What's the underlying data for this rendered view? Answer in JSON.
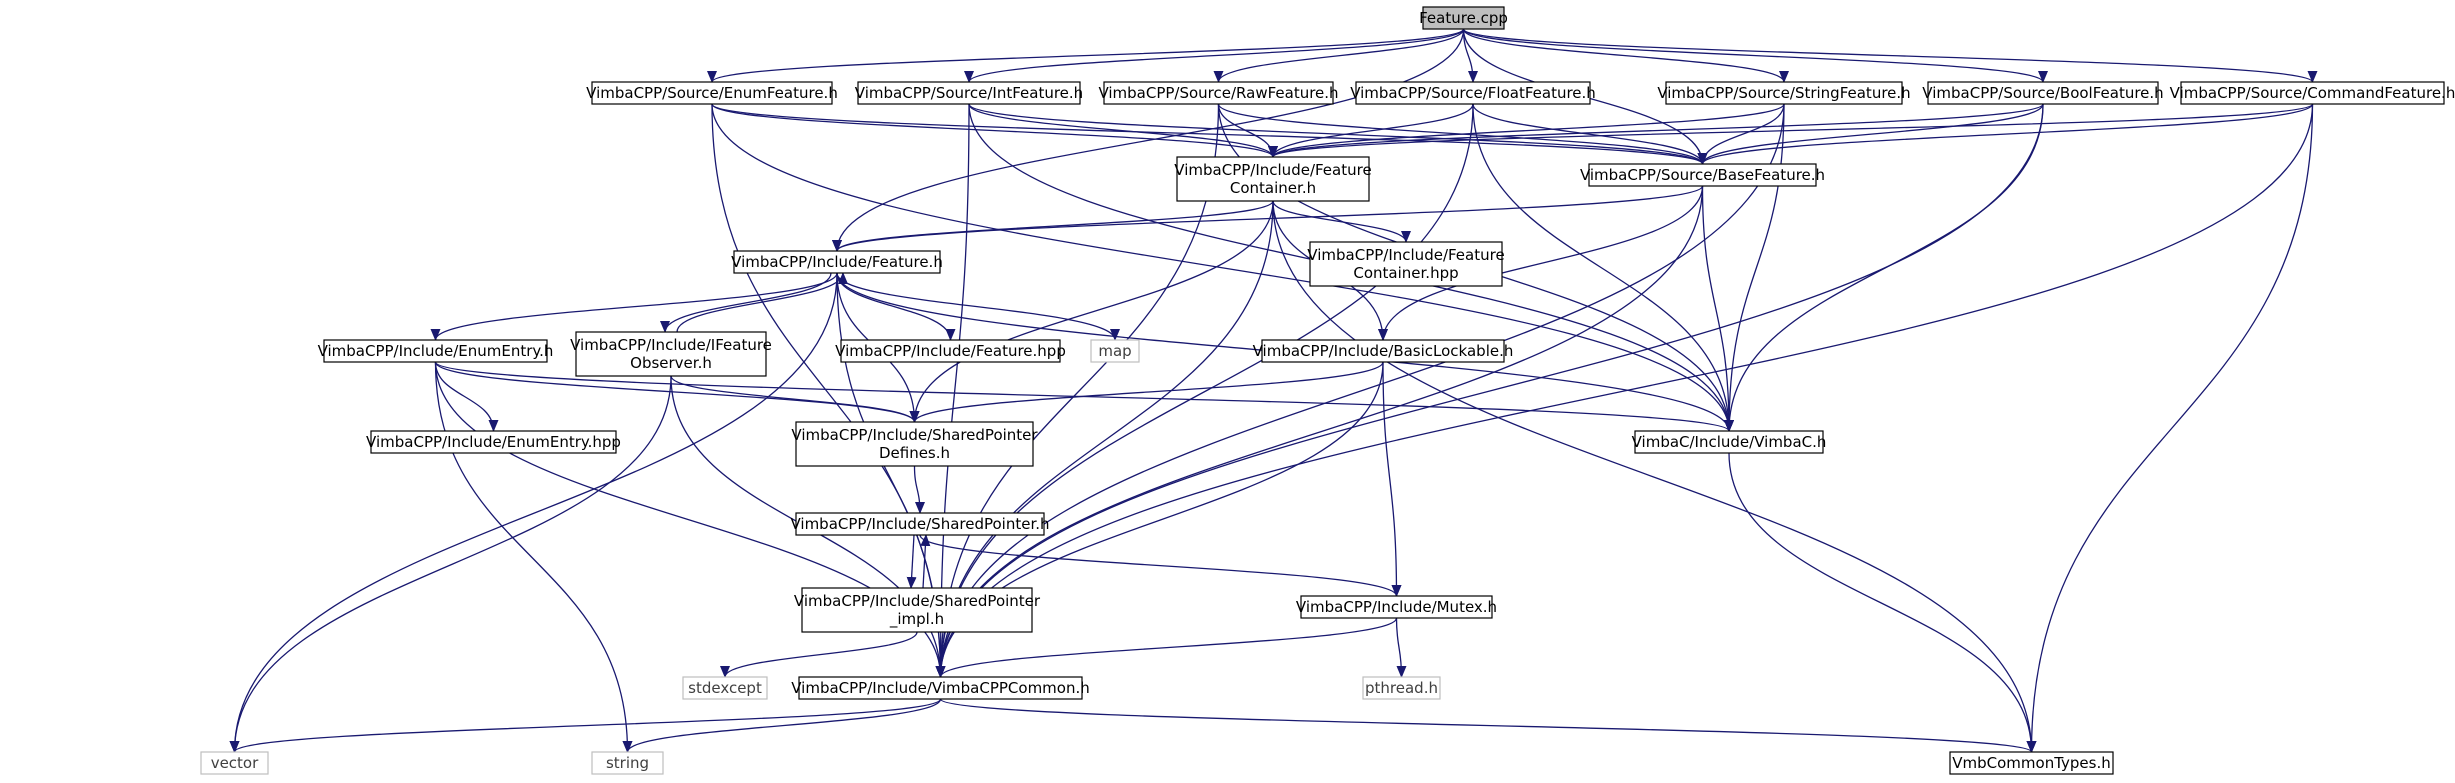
{
  "colors": {
    "edge": "#191970",
    "node_border": "#000000",
    "root_fill": "#bfbfbf",
    "node_fill": "#ffffff",
    "external_border": "#bfbfbf",
    "external_text": "#404040",
    "text": "#000000"
  },
  "nodes": {
    "feature_cpp": {
      "lines": [
        "Feature.cpp"
      ],
      "kind": "root"
    },
    "src_enumfeature": {
      "lines": [
        "VimbaCPP/Source/EnumFeature.h"
      ],
      "kind": "file"
    },
    "src_intfeature": {
      "lines": [
        "VimbaCPP/Source/IntFeature.h"
      ],
      "kind": "file"
    },
    "src_rawfeature": {
      "lines": [
        "VimbaCPP/Source/RawFeature.h"
      ],
      "kind": "file"
    },
    "src_floatfeature": {
      "lines": [
        "VimbaCPP/Source/FloatFeature.h"
      ],
      "kind": "file"
    },
    "src_stringfeature": {
      "lines": [
        "VimbaCPP/Source/StringFeature.h"
      ],
      "kind": "file"
    },
    "src_boolfeature": {
      "lines": [
        "VimbaCPP/Source/BoolFeature.h"
      ],
      "kind": "file"
    },
    "src_commandfeature": {
      "lines": [
        "VimbaCPP/Source/CommandFeature.h"
      ],
      "kind": "file"
    },
    "inc_featurecontainer_h": {
      "lines": [
        "VimbaCPP/Include/Feature",
        "Container.h"
      ],
      "kind": "file"
    },
    "src_basefeature": {
      "lines": [
        "VimbaCPP/Source/BaseFeature.h"
      ],
      "kind": "file"
    },
    "inc_feature_h": {
      "lines": [
        "VimbaCPP/Include/Feature.h"
      ],
      "kind": "file"
    },
    "inc_featurecontainer_hpp": {
      "lines": [
        "VimbaCPP/Include/Feature",
        "Container.hpp"
      ],
      "kind": "file"
    },
    "inc_enumentry_h": {
      "lines": [
        "VimbaCPP/Include/EnumEntry.h"
      ],
      "kind": "file"
    },
    "inc_ifeatureobserver": {
      "lines": [
        "VimbaCPP/Include/IFeature",
        "Observer.h"
      ],
      "kind": "file"
    },
    "inc_feature_hpp": {
      "lines": [
        "VimbaCPP/Include/Feature.hpp"
      ],
      "kind": "file"
    },
    "map": {
      "lines": [
        "map"
      ],
      "kind": "external"
    },
    "inc_basiclockable": {
      "lines": [
        "VimbaCPP/Include/BasicLockable.h"
      ],
      "kind": "file"
    },
    "inc_enumentry_hpp": {
      "lines": [
        "VimbaCPP/Include/EnumEntry.hpp"
      ],
      "kind": "file"
    },
    "inc_sharedpointerdefines": {
      "lines": [
        "VimbaCPP/Include/SharedPointer",
        "Defines.h"
      ],
      "kind": "file"
    },
    "vimbac_h": {
      "lines": [
        "VimbaC/Include/VimbaC.h"
      ],
      "kind": "file"
    },
    "inc_sharedpointer_h": {
      "lines": [
        "VimbaCPP/Include/SharedPointer.h"
      ],
      "kind": "file"
    },
    "inc_sharedpointer_impl": {
      "lines": [
        "VimbaCPP/Include/SharedPointer",
        "_impl.h"
      ],
      "kind": "file"
    },
    "inc_mutex": {
      "lines": [
        "VimbaCPP/Include/Mutex.h"
      ],
      "kind": "file"
    },
    "stdexcept": {
      "lines": [
        "stdexcept"
      ],
      "kind": "external"
    },
    "inc_vimbacppcommon": {
      "lines": [
        "VimbaCPP/Include/VimbaCPPCommon.h"
      ],
      "kind": "file"
    },
    "pthread": {
      "lines": [
        "pthread.h"
      ],
      "kind": "external"
    },
    "vector": {
      "lines": [
        "vector"
      ],
      "kind": "external"
    },
    "string": {
      "lines": [
        "string"
      ],
      "kind": "external"
    },
    "vmbcommontypes": {
      "lines": [
        "VmbCommonTypes.h"
      ],
      "kind": "file"
    }
  },
  "edges": [
    [
      "feature_cpp",
      "src_enumfeature"
    ],
    [
      "feature_cpp",
      "src_intfeature"
    ],
    [
      "feature_cpp",
      "src_rawfeature"
    ],
    [
      "feature_cpp",
      "src_floatfeature"
    ],
    [
      "feature_cpp",
      "src_stringfeature"
    ],
    [
      "feature_cpp",
      "src_boolfeature"
    ],
    [
      "feature_cpp",
      "src_commandfeature"
    ],
    [
      "feature_cpp",
      "src_basefeature"
    ],
    [
      "feature_cpp",
      "inc_feature_h"
    ],
    [
      "src_enumfeature",
      "inc_featurecontainer_h"
    ],
    [
      "src_enumfeature",
      "src_basefeature"
    ],
    [
      "src_enumfeature",
      "vimbac_h"
    ],
    [
      "src_enumfeature",
      "inc_vimbacppcommon"
    ],
    [
      "src_intfeature",
      "inc_featurecontainer_h"
    ],
    [
      "src_intfeature",
      "src_basefeature"
    ],
    [
      "src_intfeature",
      "vimbac_h"
    ],
    [
      "src_intfeature",
      "inc_vimbacppcommon"
    ],
    [
      "src_rawfeature",
      "inc_featurecontainer_h"
    ],
    [
      "src_rawfeature",
      "src_basefeature"
    ],
    [
      "src_rawfeature",
      "vimbac_h"
    ],
    [
      "src_rawfeature",
      "inc_vimbacppcommon"
    ],
    [
      "src_floatfeature",
      "inc_featurecontainer_h"
    ],
    [
      "src_floatfeature",
      "src_basefeature"
    ],
    [
      "src_floatfeature",
      "vimbac_h"
    ],
    [
      "src_floatfeature",
      "inc_vimbacppcommon"
    ],
    [
      "src_stringfeature",
      "inc_featurecontainer_h"
    ],
    [
      "src_stringfeature",
      "src_basefeature"
    ],
    [
      "src_stringfeature",
      "vimbac_h"
    ],
    [
      "src_stringfeature",
      "inc_vimbacppcommon"
    ],
    [
      "src_boolfeature",
      "inc_featurecontainer_h"
    ],
    [
      "src_boolfeature",
      "src_basefeature"
    ],
    [
      "src_boolfeature",
      "vimbac_h"
    ],
    [
      "src_boolfeature",
      "inc_vimbacppcommon"
    ],
    [
      "src_commandfeature",
      "inc_featurecontainer_h"
    ],
    [
      "src_commandfeature",
      "src_basefeature"
    ],
    [
      "src_commandfeature",
      "vmbcommontypes"
    ],
    [
      "src_commandfeature",
      "inc_vimbacppcommon"
    ],
    [
      "inc_featurecontainer_h",
      "inc_feature_h"
    ],
    [
      "inc_featurecontainer_h",
      "inc_featurecontainer_hpp"
    ],
    [
      "inc_featurecontainer_h",
      "inc_basiclockable"
    ],
    [
      "inc_featurecontainer_h",
      "inc_sharedpointerdefines"
    ],
    [
      "inc_featurecontainer_h",
      "vmbcommontypes"
    ],
    [
      "inc_featurecontainer_h",
      "inc_vimbacppcommon"
    ],
    [
      "src_basefeature",
      "inc_feature_h"
    ],
    [
      "src_basefeature",
      "inc_basiclockable"
    ],
    [
      "src_basefeature",
      "vimbac_h"
    ],
    [
      "src_basefeature",
      "inc_vimbacppcommon"
    ],
    [
      "inc_feature_h",
      "inc_enumentry_h"
    ],
    [
      "inc_feature_h",
      "inc_ifeatureobserver"
    ],
    [
      "inc_feature_h",
      "inc_feature_hpp"
    ],
    [
      "inc_feature_h",
      "map"
    ],
    [
      "inc_feature_h",
      "inc_sharedpointerdefines"
    ],
    [
      "inc_feature_h",
      "vimbac_h"
    ],
    [
      "inc_feature_h",
      "vector"
    ],
    [
      "inc_feature_h",
      "inc_vimbacppcommon"
    ],
    [
      "inc_ifeatureobserver",
      "inc_feature_h"
    ],
    [
      "inc_ifeatureobserver",
      "inc_sharedpointerdefines"
    ],
    [
      "inc_ifeatureobserver",
      "vector"
    ],
    [
      "inc_ifeatureobserver",
      "inc_vimbacppcommon"
    ],
    [
      "inc_enumentry_h",
      "inc_enumentry_hpp"
    ],
    [
      "inc_enumentry_h",
      "inc_sharedpointerdefines"
    ],
    [
      "inc_enumentry_h",
      "vimbac_h"
    ],
    [
      "inc_enumentry_h",
      "string"
    ],
    [
      "inc_enumentry_h",
      "inc_vimbacppcommon"
    ],
    [
      "inc_basiclockable",
      "inc_sharedpointerdefines"
    ],
    [
      "inc_basiclockable",
      "inc_mutex"
    ],
    [
      "inc_basiclockable",
      "inc_vimbacppcommon"
    ],
    [
      "inc_sharedpointerdefines",
      "inc_sharedpointer_h"
    ],
    [
      "inc_sharedpointer_h",
      "inc_sharedpointer_impl"
    ],
    [
      "inc_sharedpointer_impl",
      "inc_sharedpointer_h"
    ],
    [
      "inc_sharedpointer_impl",
      "stdexcept"
    ],
    [
      "inc_sharedpointer_h",
      "inc_mutex"
    ],
    [
      "inc_mutex",
      "pthread"
    ],
    [
      "inc_mutex",
      "inc_vimbacppcommon"
    ],
    [
      "vimbac_h",
      "vmbcommontypes"
    ],
    [
      "inc_vimbacppcommon",
      "vector"
    ],
    [
      "inc_vimbacppcommon",
      "string"
    ],
    [
      "inc_vimbacppcommon",
      "vmbcommontypes"
    ]
  ]
}
